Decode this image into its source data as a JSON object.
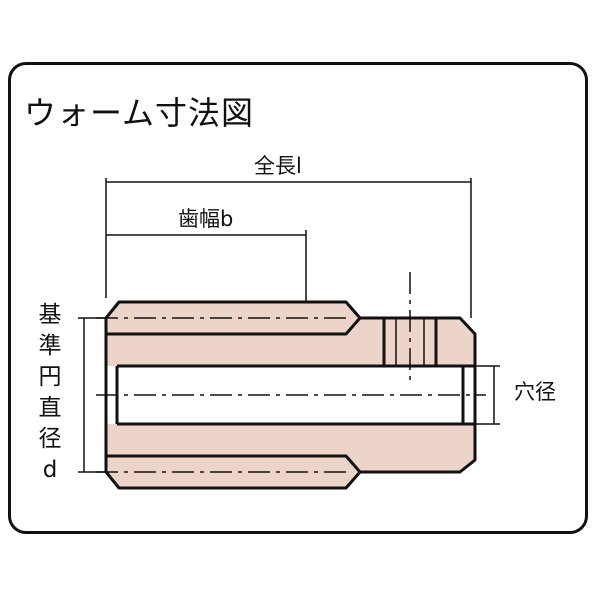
{
  "diagram": {
    "title": "ウォーム寸法図",
    "labels": {
      "total_length": "全長l",
      "face_width": "歯幅b",
      "bore": "穴径",
      "pitch_diameter_chars": [
        "基",
        "準",
        "円",
        "直",
        "径",
        "d"
      ]
    },
    "colors": {
      "body_fill": "#ecd5c8",
      "line": "#111111"
    }
  }
}
